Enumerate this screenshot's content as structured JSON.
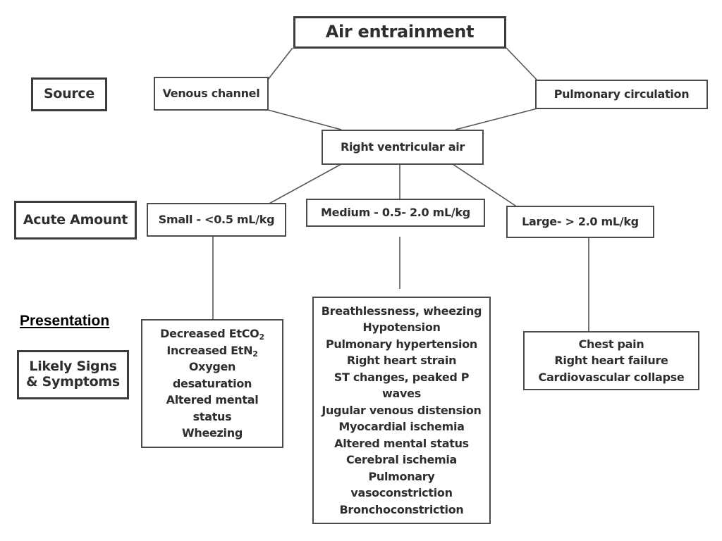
{
  "title": "Air entrainment",
  "row_labels": {
    "source": "Source",
    "acute_amount": "Acute Amount",
    "presentation": "Presentation",
    "likely_signs": [
      "Likely Signs",
      "& Symptoms"
    ]
  },
  "source_nodes": {
    "venous": "Venous channel",
    "pulmonary": "Pulmonary circulation"
  },
  "rv_node": "Right ventricular air",
  "amounts": {
    "small": "Small - <0.5 mL/kg",
    "medium": "Medium - 0.5- 2.0 mL/kg",
    "large": "Large- > 2.0 mL/kg"
  },
  "symptoms": {
    "small": [
      {
        "main": "Decreased EtCO",
        "sub": "2"
      },
      {
        "main": "Increased EtN",
        "sub": "2"
      },
      {
        "main": "Oxygen"
      },
      {
        "main": "desaturation"
      },
      {
        "main": "Altered mental"
      },
      {
        "main": "status"
      },
      {
        "main": "Wheezing"
      }
    ],
    "medium": [
      "Breathlessness, wheezing",
      "Hypotension",
      "Pulmonary hypertension",
      "Right heart strain",
      "ST changes, peaked P",
      "waves",
      "Jugular venous distension",
      "Myocardial ischemia",
      "Altered mental status",
      "Cerebral ischemia",
      "Pulmonary",
      "vasoconstriction",
      "Bronchoconstriction"
    ],
    "large": [
      "Chest pain",
      "Right heart failure",
      "Cardiovascular collapse"
    ]
  },
  "colors": {
    "border": "#4a4a4a",
    "text": "#2e2e2e",
    "connector": "#555555"
  }
}
